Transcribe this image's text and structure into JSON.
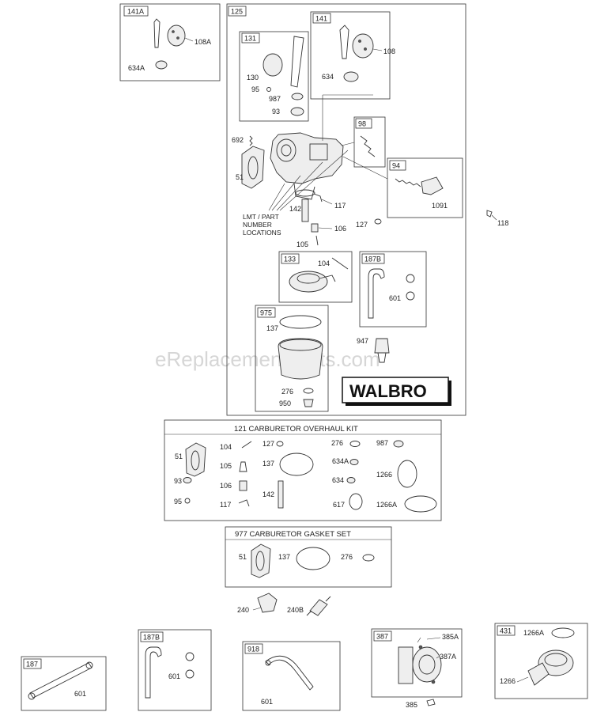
{
  "watermark": "eReplacementParts.com",
  "brand_logo": "WALBRO",
  "note": [
    "LMT / PART",
    "NUMBER",
    "LOCATIONS"
  ],
  "kits": {
    "overhaul": "121 CARBURETOR OVERHAUL KIT",
    "gasket": "977 CARBURETOR GASKET SET"
  },
  "tags": [
    "141A",
    "125",
    "131",
    "141",
    "98",
    "94",
    "133",
    "187B",
    "975",
    "187",
    "187B",
    "918",
    "387",
    "431"
  ],
  "labels": {
    "p108A": "108A",
    "p634A": "634A",
    "p130": "130",
    "p95": "95",
    "p987": "987",
    "p93": "93",
    "p108": "108",
    "p634": "634",
    "p692": "692",
    "p51": "51",
    "p142": "142",
    "p117": "117",
    "p106": "106",
    "p127": "127",
    "p105": "105",
    "p1091": "1091",
    "p118": "118",
    "p104": "104",
    "p601": "601",
    "p137": "137",
    "p947": "947",
    "p276": "276",
    "p950": "950",
    "k104": "104",
    "k127": "127",
    "k276": "276",
    "k987": "987",
    "k51": "51",
    "k105": "105",
    "k137": "137",
    "k634A": "634A",
    "k93": "93",
    "k106": "106",
    "k634": "634",
    "k1266": "1266",
    "k95": "95",
    "k117": "117",
    "k142": "142",
    "k617": "617",
    "k1266A": "1266A",
    "g51": "51",
    "g137": "137",
    "g276": "276",
    "p240": "240",
    "p240B": "240B",
    "b601": "601",
    "b187b601": "601",
    "b918601": "601",
    "p385A": "385A",
    "p387A": "387A",
    "p385": "385",
    "p1266A": "1266A",
    "p1266": "1266"
  }
}
